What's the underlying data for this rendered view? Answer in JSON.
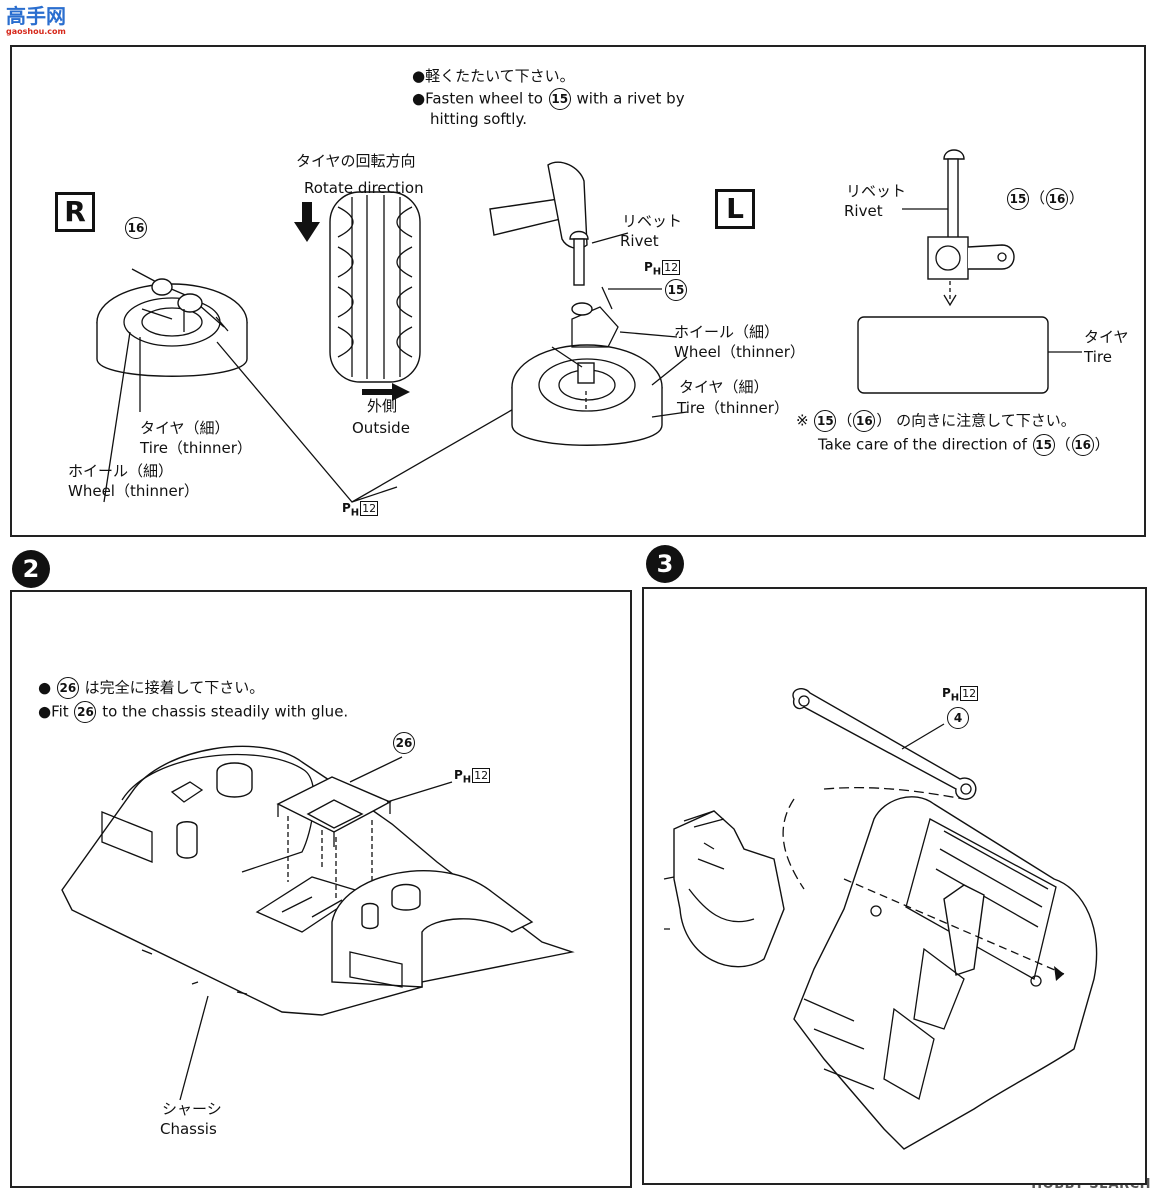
{
  "site_logo": {
    "text": "高手网",
    "subtext": "gaoshou.com"
  },
  "watermark": "HOBBY SEARCH",
  "panel1": {
    "box_r": "R",
    "box_l": "L",
    "note_jp": "●軽くたたいて下さい。",
    "note_en_a": "●Fasten wheel to",
    "note_en_part": "15",
    "note_en_b": "with a rivet by",
    "note_en_c": "hitting softly.",
    "rotate_jp": "タイヤの回転方向",
    "rotate_en": "Rotate direction",
    "outside_jp": "外側",
    "outside_en": "Outside",
    "part16": "16",
    "part15": "15",
    "tire_r_jp": "タイヤ（細）",
    "tire_r_en": "Tire（thinner）",
    "wheel_r_jp": "ホイール（細）",
    "wheel_r_en": "Wheel（thinner）",
    "rivet_jp": "リベット",
    "rivet_en": "Rivet",
    "ph_prefix": "P",
    "ph_sub": "H",
    "ph_num": "12",
    "wheel_l_jp": "ホイール（細）",
    "wheel_l_en": "Wheel（thinner）",
    "tire_l_jp": "タイヤ（細）",
    "tire_l_en": "Tire（thinner）",
    "rivet2_jp": "リベット",
    "rivet2_en": "Rivet",
    "part_pair_a": "15",
    "part_pair_b": "16",
    "tire2_jp": "タイヤ",
    "tire2_en": "Tire",
    "caution_jp_a": "※",
    "caution_jp_b": "の向きに注意して下さい。",
    "caution_en_a": "Take care of the direction of"
  },
  "panel2": {
    "step": "2",
    "note_jp_a": "●",
    "note_part": "26",
    "note_jp_b": "は完全に接着して下さい。",
    "note_en_a": "●Fit",
    "note_en_b": "to the chassis steadily with glue.",
    "part26": "26",
    "ph_num": "12",
    "chassis_jp": "シャーシ",
    "chassis_en": "Chassis"
  },
  "panel3": {
    "step": "3",
    "ph_num": "12",
    "part4": "4"
  }
}
